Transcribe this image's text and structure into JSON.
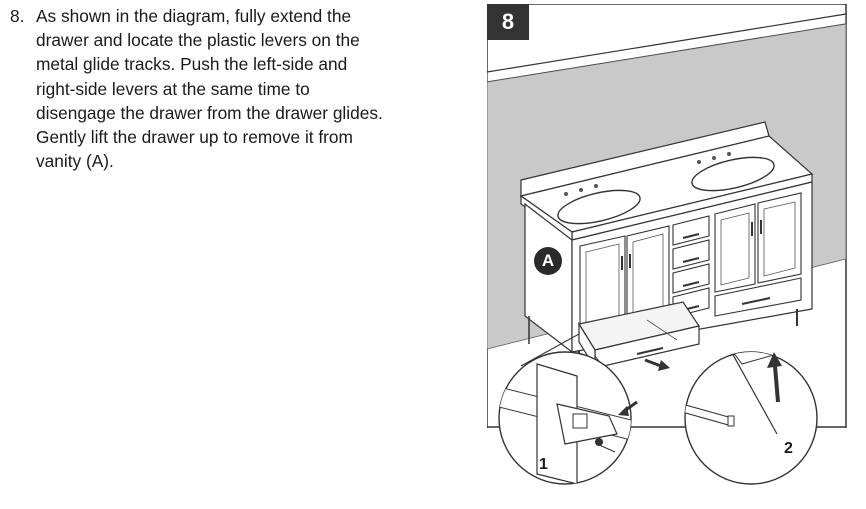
{
  "instruction": {
    "number": "8.",
    "lines": [
      "As shown in the diagram, fully extend the",
      "drawer and locate the plastic levers on the",
      "metal glide tracks. Push the left-side and",
      "right-side levers at the same time to",
      "disengage the drawer from the drawer glides.",
      "Gently lift the drawer up to remove it from",
      "vanity (A)."
    ]
  },
  "figure": {
    "step_label": "8",
    "part_label": "A",
    "detail_1_label": "1",
    "detail_2_label": "2"
  },
  "colors": {
    "wall_gray": "#c9c9c9",
    "line": "#333333",
    "badge": "#333333"
  }
}
